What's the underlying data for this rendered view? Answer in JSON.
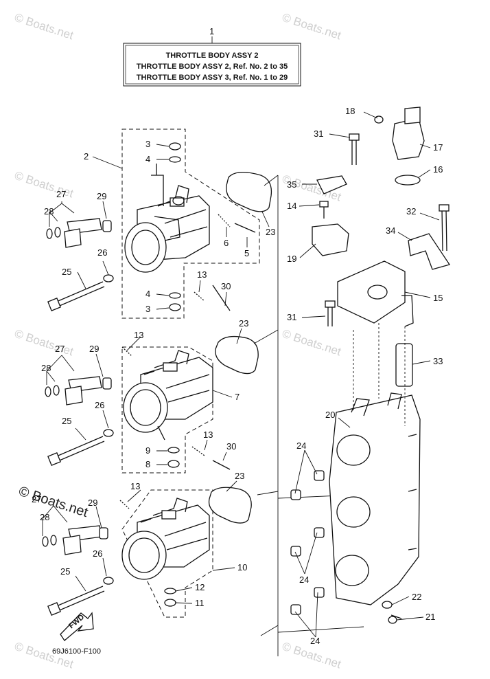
{
  "title_box": {
    "line1": "THROTTLE  BODY ASSY 2",
    "line2": "THROTTLE BODY ASSY 2, Ref. No. 2 to 35",
    "line3": "THROTTLE BODY ASSY 3, Ref. No. 1 to 29"
  },
  "watermark": "© Boats.net",
  "watermark_main": "© Boats.net",
  "direction_label": "FWD",
  "diagram_code": "69J6100-F100",
  "callouts": {
    "c1": "1",
    "c2": "2",
    "c3a": "3",
    "c4a": "4",
    "c18": "18",
    "c17": "17",
    "c31a": "31",
    "c16": "16",
    "c35": "35",
    "c14": "14",
    "c32": "32",
    "c34": "34",
    "c19": "19",
    "c15": "15",
    "c31b": "31",
    "c33": "33",
    "c27a": "27",
    "c28a": "28",
    "c29a": "29",
    "c23a": "23",
    "c6": "6",
    "c5": "5",
    "c26a": "26",
    "c25a": "25",
    "c13a": "13",
    "c30a": "30",
    "c4b": "4",
    "c3b": "3",
    "c23b": "23",
    "c13b": "13",
    "c27b": "27",
    "c28b": "28",
    "c29b": "29",
    "c7": "7",
    "c26b": "26",
    "c25b": "25",
    "c13c": "13",
    "c30b": "30",
    "c9": "9",
    "c8": "8",
    "c20": "20",
    "c24a": "24",
    "c23c": "23",
    "c13d": "13",
    "c27c": "27",
    "c28c": "28",
    "c29c": "29",
    "c10": "10",
    "c26c": "26",
    "c25c": "25",
    "c12": "12",
    "c11": "11",
    "c24b": "24",
    "c22": "22",
    "c21": "21",
    "c24c": "24"
  }
}
